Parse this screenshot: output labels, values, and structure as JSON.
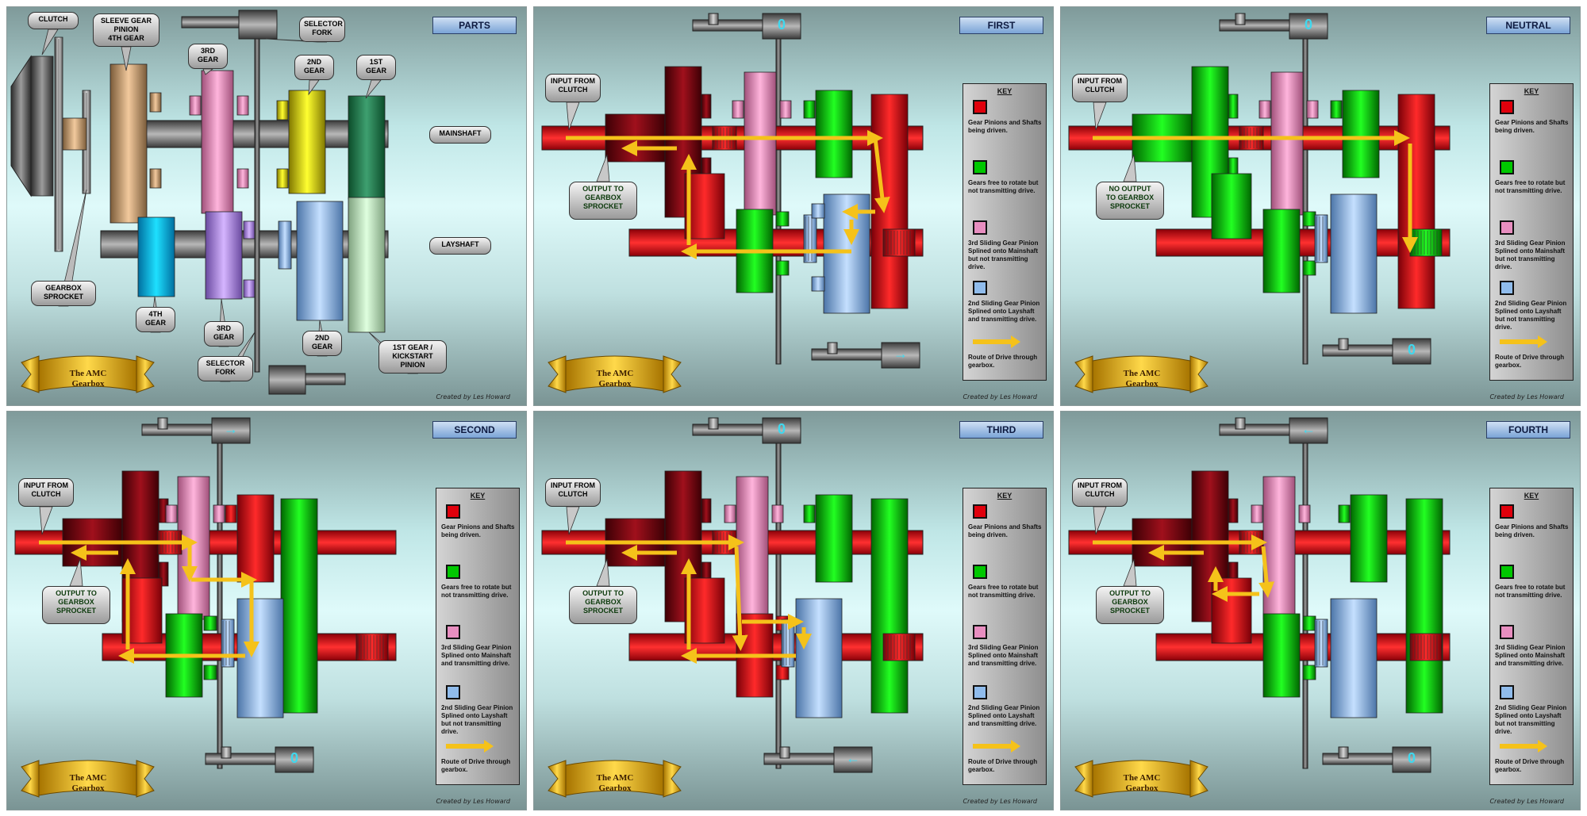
{
  "panels": [
    {
      "id": "parts",
      "title": "PARTS",
      "credit": "Created by Les Howard",
      "banner": [
        "The AMC",
        "Gearbox"
      ],
      "labels": [
        "CLUTCH",
        "SLEEVE GEAR",
        "PINION",
        "4TH GEAR",
        "3RD",
        "GEAR",
        "2ND",
        "GEAR",
        "1ST",
        "GEAR",
        "SELECTOR",
        "FORK",
        "MAINSHAFT",
        "LAYSHAFT",
        "GEARBOX",
        "SPROCKET",
        "4TH",
        "GEAR",
        "3RD",
        "GEAR",
        "SELECTOR",
        "FORK",
        "2ND",
        "GEAR",
        "1ST GEAR /",
        "KICKSTART",
        "PINION"
      ]
    },
    {
      "id": "first",
      "title": "FIRST",
      "credit": "Created by Les Howard",
      "banner": [
        "The AMC",
        "Gearbox"
      ],
      "input": [
        "INPUT FROM",
        "CLUTCH"
      ],
      "output": [
        "OUTPUT TO",
        "GEARBOX",
        "SPROCKET"
      ],
      "top_lever": "0",
      "bottom_lever": "→"
    },
    {
      "id": "neutral",
      "title": "NEUTRAL",
      "credit": "Created by Les Howard",
      "banner": [
        "The AMC",
        "Gearbox"
      ],
      "input": [
        "INPUT FROM",
        "CLUTCH"
      ],
      "output": [
        "NO OUTPUT",
        "TO GEARBOX",
        "SPROCKET"
      ],
      "top_lever": "0",
      "bottom_lever": "0"
    },
    {
      "id": "second",
      "title": "SECOND",
      "credit": "Created by Les Howard",
      "banner": [
        "The AMC",
        "Gearbox"
      ],
      "input": [
        "INPUT FROM",
        "CLUTCH"
      ],
      "output": [
        "OUTPUT TO",
        "GEARBOX",
        "SPROCKET"
      ],
      "top_lever": "→",
      "bottom_lever": "0"
    },
    {
      "id": "third",
      "title": "THIRD",
      "credit": "Created by Les Howard",
      "banner": [
        "The AMC",
        "Gearbox"
      ],
      "input": [
        "INPUT FROM",
        "CLUTCH"
      ],
      "output": [
        "OUTPUT TO",
        "GEARBOX",
        "SPROCKET"
      ],
      "top_lever": "0",
      "bottom_lever": "←"
    },
    {
      "id": "fourth",
      "title": "FOURTH",
      "credit": "Created by Les Howard",
      "banner": [
        "The AMC",
        "Gearbox"
      ],
      "input": [
        "INPUT FROM",
        "CLUTCH"
      ],
      "output": [
        "OUTPUT TO",
        "GEARBOX",
        "SPROCKET"
      ],
      "top_lever": "←",
      "bottom_lever": "0"
    }
  ],
  "key": {
    "title": "KEY",
    "driven": [
      "Gear Pinions and Shafts",
      "being driven."
    ],
    "free": [
      "Gears free to rotate but",
      "not transmitting drive."
    ],
    "third_not": [
      "3rd Sliding Gear Pinion",
      "Splined onto Mainshaft",
      "but not transmitting drive."
    ],
    "third_yes": [
      "3rd Sliding Gear Pinion",
      "Splined onto Mainshaft",
      "and transmitting drive."
    ],
    "second_not": [
      "2nd Sliding Gear Pinion",
      "Splined onto Layshaft",
      "but not transmitting drive."
    ],
    "second_yes": [
      "2nd Sliding Gear Pinion",
      "Splined onto Layshaft",
      "and transmitting drive."
    ],
    "route": [
      "Route of Drive through",
      "gearbox."
    ]
  },
  "key_variants": {
    "first": [
      "third_not",
      "second_yes"
    ],
    "neutral": [
      "third_not",
      "second_not"
    ],
    "second": [
      "third_yes",
      "second_not"
    ],
    "third": [
      "third_yes",
      "second_yes"
    ],
    "fourth": [
      "third_yes",
      "second_not"
    ]
  },
  "colors": {
    "driven": "#e0000c",
    "free": "#00c800",
    "pink": "#e88ec0",
    "blue": "#90bcec",
    "arrow": "#f5c21a",
    "lever_text": "#3fd8ee"
  }
}
